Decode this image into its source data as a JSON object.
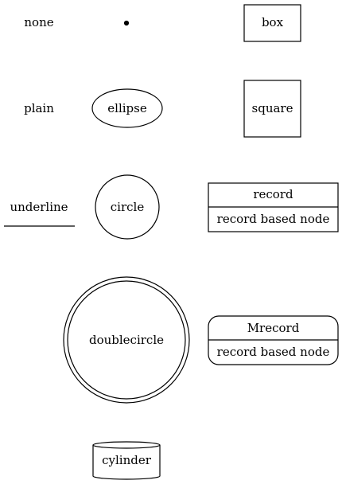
{
  "diagram": {
    "nodes": [
      {
        "id": "none",
        "shape": "none",
        "label": "none"
      },
      {
        "id": "point",
        "shape": "point",
        "label": ""
      },
      {
        "id": "box",
        "shape": "box",
        "label": "box"
      },
      {
        "id": "plain",
        "shape": "plain",
        "label": "plain"
      },
      {
        "id": "ellipse",
        "shape": "ellipse",
        "label": "ellipse"
      },
      {
        "id": "square",
        "shape": "square",
        "label": "square"
      },
      {
        "id": "underline",
        "shape": "underline",
        "label": "underline"
      },
      {
        "id": "circle",
        "shape": "circle",
        "label": "circle"
      },
      {
        "id": "record",
        "shape": "record",
        "fields": [
          "record",
          "record based node"
        ]
      },
      {
        "id": "doublecircle",
        "shape": "doublecircle",
        "label": "doublecircle"
      },
      {
        "id": "Mrecord",
        "shape": "Mrecord",
        "fields": [
          "Mrecord",
          "record based node"
        ]
      },
      {
        "id": "cylinder",
        "shape": "cylinder",
        "label": "cylinder"
      }
    ],
    "stroke_color": "#000000",
    "background": "#ffffff"
  }
}
